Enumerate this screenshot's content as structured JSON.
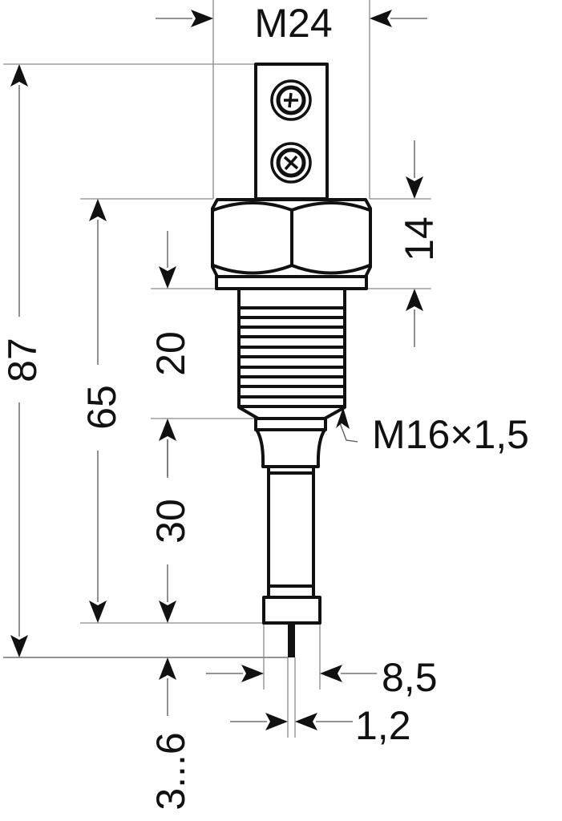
{
  "drawing": {
    "title": "Conductivity level electrode with M16x1.5 thread and M24 hex",
    "colors": {
      "line": "#111111",
      "dimension_line": "#8a8a8a",
      "background": "#ffffff"
    },
    "units": "mm"
  },
  "dimensions": {
    "hex_width": {
      "label": "M24",
      "orientation": "horizontal"
    },
    "total_length": {
      "label": "87",
      "orientation": "vertical"
    },
    "length_below_hex": {
      "label": "65",
      "orientation": "vertical"
    },
    "thread_length": {
      "label": "20",
      "orientation": "vertical"
    },
    "shank_length": {
      "label": "30",
      "orientation": "vertical"
    },
    "hex_height": {
      "label": "14",
      "orientation": "vertical"
    },
    "electrode_protrusion": {
      "label": "3...6",
      "orientation": "vertical"
    },
    "base_diameter": {
      "label": "8,5",
      "orientation": "horizontal"
    },
    "electrode_diameter": {
      "label": "1,2",
      "orientation": "horizontal"
    }
  },
  "callouts": {
    "thread_spec": {
      "label": "M16×1,5"
    }
  },
  "parts": {
    "terminal_block": {
      "screws": 2,
      "screw_icon": "phillips-screw"
    },
    "hex_nut": {
      "faces_visible": 2
    },
    "thread": {
      "lines": 11
    },
    "shank": {},
    "base_block": {},
    "electrode_tip": {}
  }
}
